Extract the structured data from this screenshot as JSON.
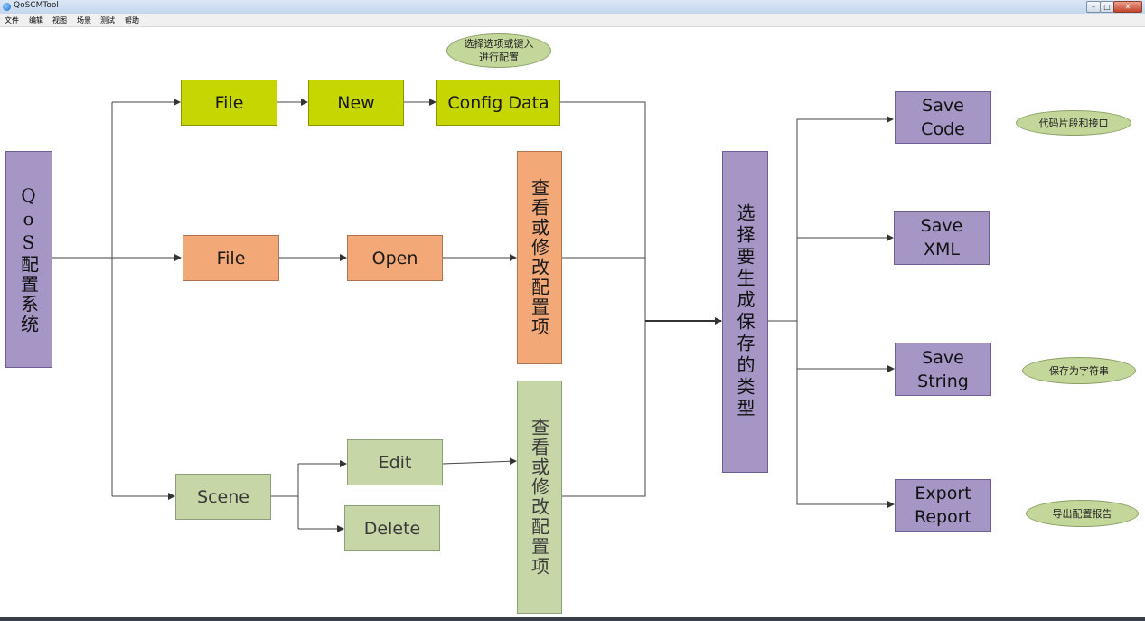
{
  "window": {
    "title": "QoSCMTool"
  },
  "menu": [
    "文件",
    "编辑",
    "视图",
    "场景",
    "测试",
    "帮助"
  ],
  "diagram": {
    "root": "QoS配置系统",
    "row1": {
      "file": "File",
      "new": "New",
      "config": "Config Data",
      "note": "选择选项或键入进行配置"
    },
    "row2": {
      "file": "File",
      "open": "Open",
      "view": "查看或修改配置项"
    },
    "row3": {
      "scene": "Scene",
      "edit": "Edit",
      "delete": "Delete",
      "view": "查看或修改配置项"
    },
    "choose": "选择要生成保存的类型",
    "outputs": {
      "save_code": "Save Code",
      "save_xml": "Save XML",
      "save_string": "Save String",
      "export_report": "Export Report"
    },
    "notes": {
      "code": "代码片段和接口",
      "string": "保存为字符串",
      "report": "导出配置报告"
    }
  },
  "colors": {
    "yellow": "#c6d600",
    "orange": "#f3a878",
    "green": "#c6d6a6",
    "purple": "#a596c6",
    "note": "#c3d79a"
  }
}
